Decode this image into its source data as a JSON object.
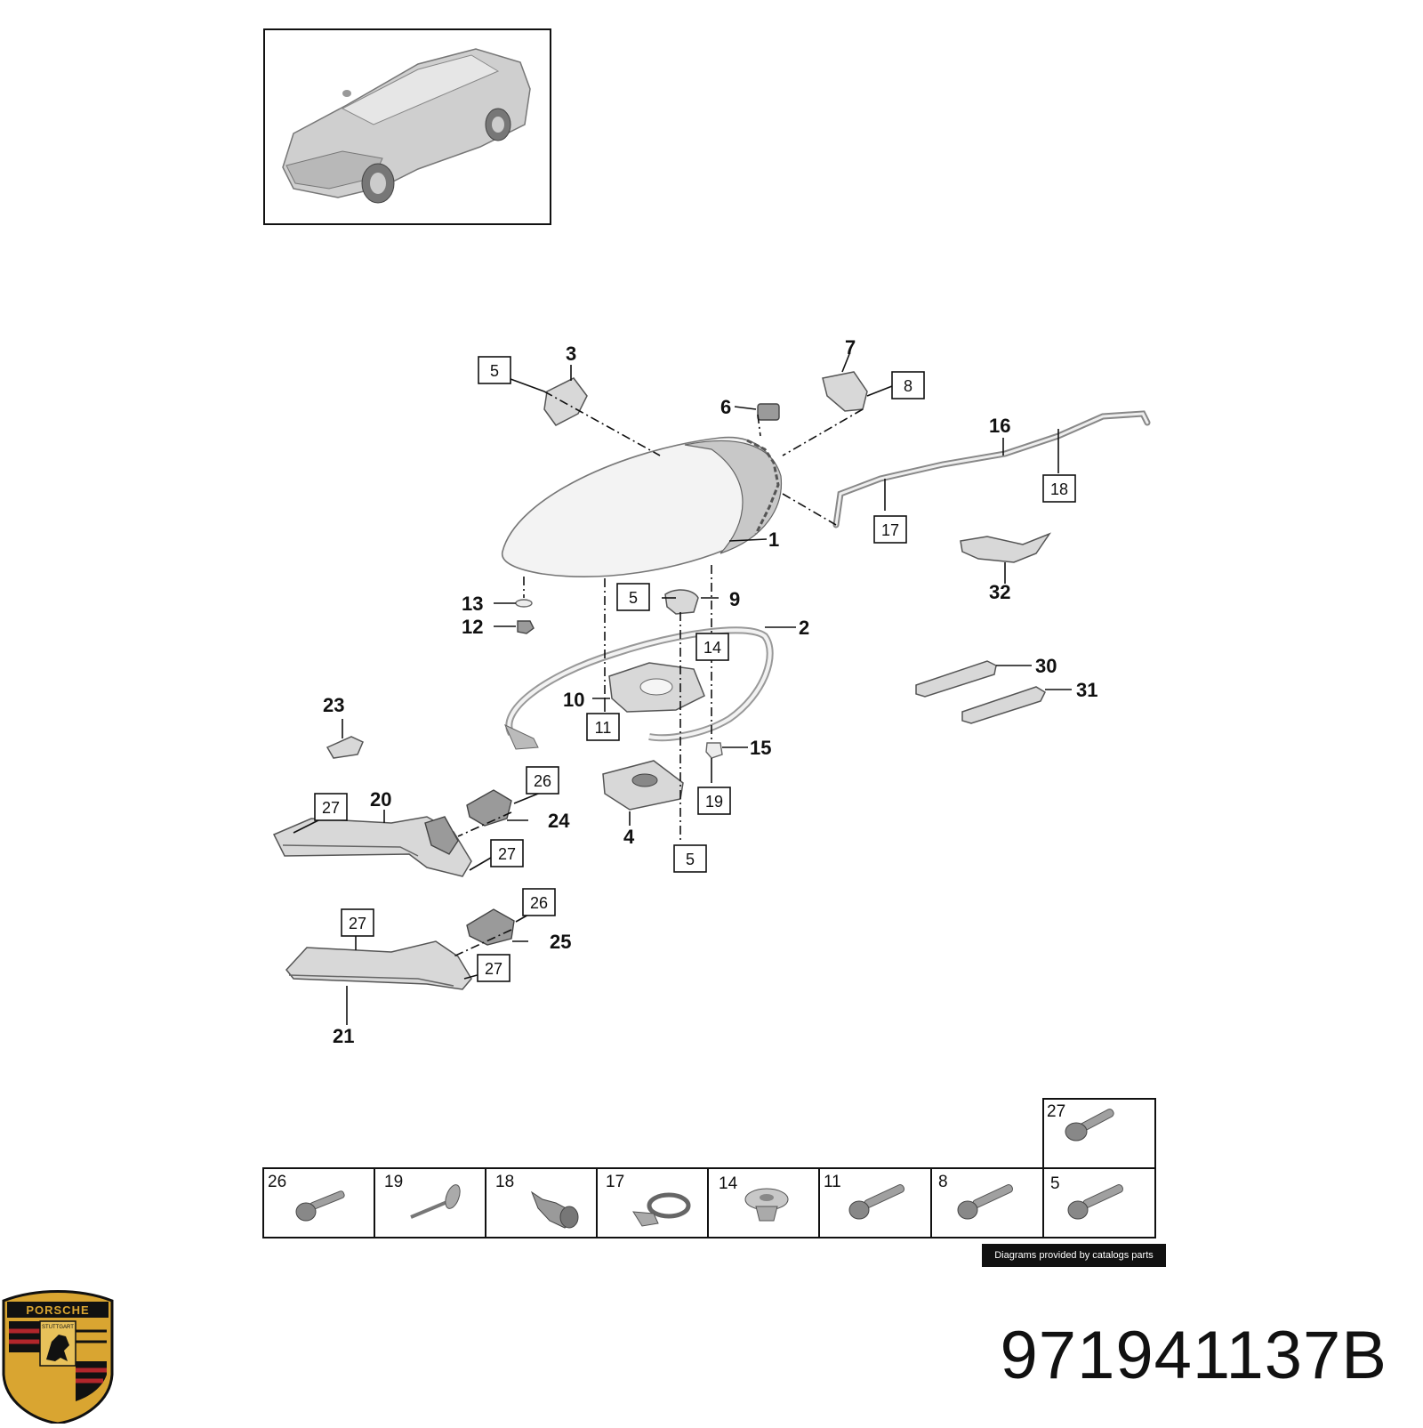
{
  "diagram": {
    "callouts": [
      {
        "id": "c1",
        "text": "1"
      },
      {
        "id": "c2",
        "text": "2"
      },
      {
        "id": "c3",
        "text": "3"
      },
      {
        "id": "c4",
        "text": "4"
      },
      {
        "id": "c6",
        "text": "6"
      },
      {
        "id": "c7",
        "text": "7"
      },
      {
        "id": "c9",
        "text": "9"
      },
      {
        "id": "c10",
        "text": "10"
      },
      {
        "id": "c12",
        "text": "12"
      },
      {
        "id": "c13",
        "text": "13"
      },
      {
        "id": "c15",
        "text": "15"
      },
      {
        "id": "c16",
        "text": "16"
      },
      {
        "id": "c20",
        "text": "20"
      },
      {
        "id": "c21",
        "text": "21"
      },
      {
        "id": "c23",
        "text": "23"
      },
      {
        "id": "c24",
        "text": "24"
      },
      {
        "id": "c25",
        "text": "25"
      },
      {
        "id": "c30",
        "text": "30"
      },
      {
        "id": "c31",
        "text": "31"
      },
      {
        "id": "c32",
        "text": "32"
      }
    ],
    "boxed_refs": [
      {
        "id": "b5a",
        "text": "5"
      },
      {
        "id": "b8",
        "text": "8"
      },
      {
        "id": "b5b",
        "text": "5"
      },
      {
        "id": "b14",
        "text": "14"
      },
      {
        "id": "b11",
        "text": "11"
      },
      {
        "id": "b17",
        "text": "17"
      },
      {
        "id": "b18",
        "text": "18"
      },
      {
        "id": "b19",
        "text": "19"
      },
      {
        "id": "b5c",
        "text": "5"
      },
      {
        "id": "b26a",
        "text": "26"
      },
      {
        "id": "b27a",
        "text": "27"
      },
      {
        "id": "b27b",
        "text": "27"
      },
      {
        "id": "b26b",
        "text": "26"
      },
      {
        "id": "b27c",
        "text": "27"
      },
      {
        "id": "b27d",
        "text": "27"
      }
    ]
  },
  "fastener_table": {
    "top_cell": "27",
    "bottom_row": [
      "26",
      "19",
      "18",
      "17",
      "14",
      "11",
      "8",
      "5"
    ]
  },
  "credit": "Diagrams provided by catalogs parts",
  "part_number": "971941137B",
  "logo": {
    "text_top": "PORSCHE",
    "text_center": "STUTTGART"
  },
  "colors": {
    "logo_gold": "#d9a531",
    "logo_red": "#b2262b",
    "logo_black": "#111111"
  }
}
